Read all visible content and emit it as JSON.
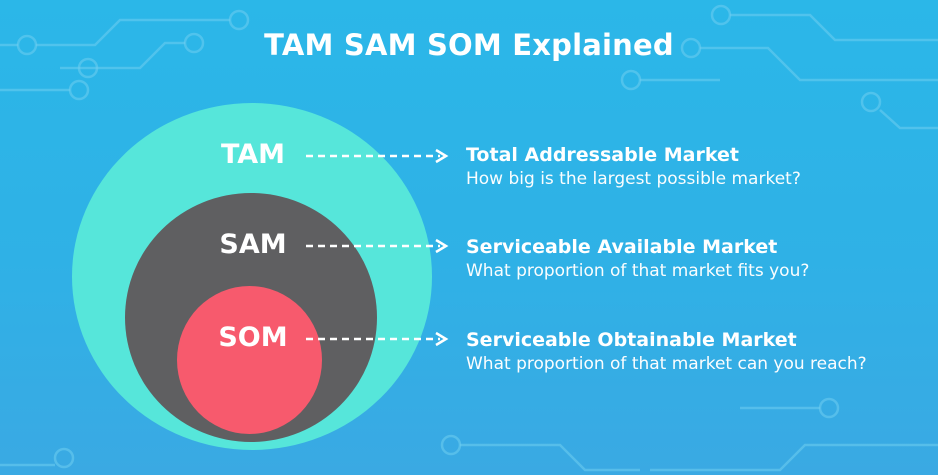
{
  "title": "TAM SAM SOM Explained",
  "levels": [
    {
      "abbr": "TAM",
      "name": "Total Addressable Market",
      "question": "How big is the largest possible market?",
      "color": "#56e6da"
    },
    {
      "abbr": "SAM",
      "name": "Serviceable Available Market",
      "question": "What proportion of that market fits you?",
      "color": "#5f5f61"
    },
    {
      "abbr": "SOM",
      "name": "Serviceable Obtainable Market",
      "question": "What proportion of that market can you reach?",
      "color": "#f75a6d"
    }
  ],
  "colors": {
    "background": "#2fb1e6",
    "text": "#ffffff"
  }
}
